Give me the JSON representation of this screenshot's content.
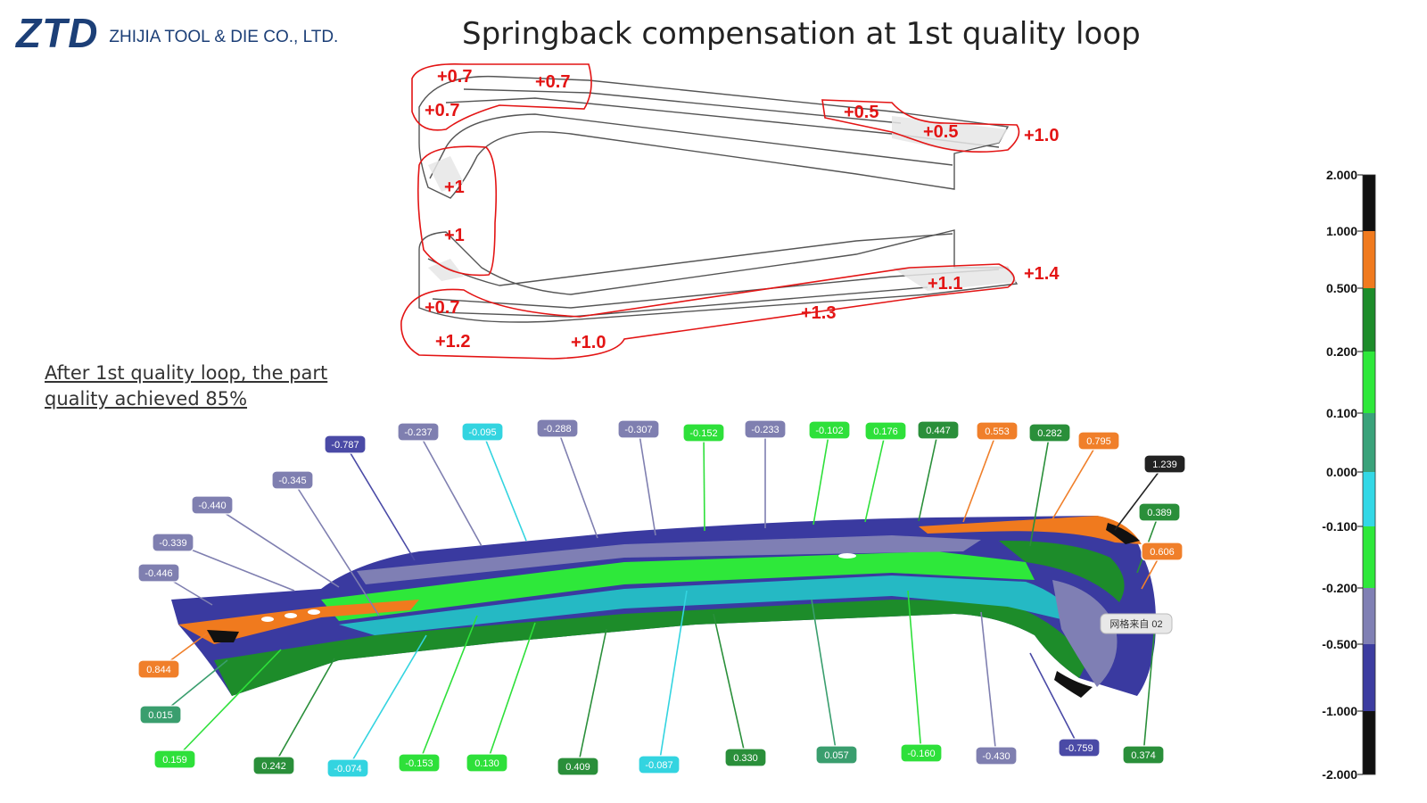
{
  "header": {
    "logo_mark": "ZTD",
    "company": "ZHIJIA TOOL & DIE CO., LTD.",
    "title": "Springback compensation at 1st quality loop"
  },
  "note": {
    "line1": "After 1st quality loop, the part",
    "line2": "quality achieved 85%"
  },
  "compensation_labels": [
    "+0.7",
    "+0.7",
    "+0.7",
    "+0.5",
    "+0.5",
    "+1.0",
    "+1",
    "+1",
    "+1.4",
    "+1.1",
    "+0.7",
    "+1.3",
    "+1.2",
    "+1.0"
  ],
  "measurement_tags": [
    {
      "value": "-0.787",
      "color": "#4a4aa6"
    },
    {
      "value": "-0.237",
      "color": "#7f7fb0"
    },
    {
      "value": "-0.095",
      "color": "#33d4e0"
    },
    {
      "value": "-0.288",
      "color": "#7f7fb0"
    },
    {
      "value": "-0.307",
      "color": "#7f7fb0"
    },
    {
      "value": "-0.152",
      "color": "#2ee03a"
    },
    {
      "value": "-0.233",
      "color": "#7f7fb0"
    },
    {
      "value": "-0.102",
      "color": "#2ee03a"
    },
    {
      "value": "0.176",
      "color": "#2ee03a"
    },
    {
      "value": "0.447",
      "color": "#2a8f3a"
    },
    {
      "value": "0.553",
      "color": "#f07f2a"
    },
    {
      "value": "0.282",
      "color": "#2a8f3a"
    },
    {
      "value": "0.795",
      "color": "#f07f2a"
    },
    {
      "value": "1.239",
      "color": "#222222"
    },
    {
      "value": "-0.345",
      "color": "#7f7fb0"
    },
    {
      "value": "-0.440",
      "color": "#7f7fb0"
    },
    {
      "value": "-0.339",
      "color": "#7f7fb0"
    },
    {
      "value": "-0.446",
      "color": "#7f7fb0"
    },
    {
      "value": "0.389",
      "color": "#2a8f3a"
    },
    {
      "value": "0.606",
      "color": "#f07f2a"
    },
    {
      "value": "0.844",
      "color": "#f07f2a"
    },
    {
      "value": "0.015",
      "color": "#3a9e6e"
    },
    {
      "value": "0.159",
      "color": "#2ee03a"
    },
    {
      "value": "0.242",
      "color": "#2a8f3a"
    },
    {
      "value": "-0.074",
      "color": "#33d4e0"
    },
    {
      "value": "-0.153",
      "color": "#2ee03a"
    },
    {
      "value": "0.130",
      "color": "#2ee03a"
    },
    {
      "value": "0.409",
      "color": "#2a8f3a"
    },
    {
      "value": "-0.087",
      "color": "#33d4e0"
    },
    {
      "value": "0.330",
      "color": "#2a8f3a"
    },
    {
      "value": "0.057",
      "color": "#3a9e6e"
    },
    {
      "value": "-0.160",
      "color": "#2ee03a"
    },
    {
      "value": "-0.430",
      "color": "#7f7fb0"
    },
    {
      "value": "-0.759",
      "color": "#4a4aa6"
    },
    {
      "value": "0.374",
      "color": "#2a8f3a"
    }
  ],
  "mesh_label": "网格来自 02",
  "color_scale": {
    "labels": [
      "2.000",
      "1.000",
      "0.500",
      "0.200",
      "0.100",
      "0.000",
      "-0.100",
      "-0.200",
      "-0.500",
      "-1.000",
      "-2.000"
    ],
    "colors": [
      "#111111",
      "#f07a1e",
      "#1d8c2a",
      "#2ee83a",
      "#3aa27a",
      "#33d8e6",
      "#2ee83a",
      "#8080b4",
      "#3c3ca0",
      "#111111"
    ]
  }
}
